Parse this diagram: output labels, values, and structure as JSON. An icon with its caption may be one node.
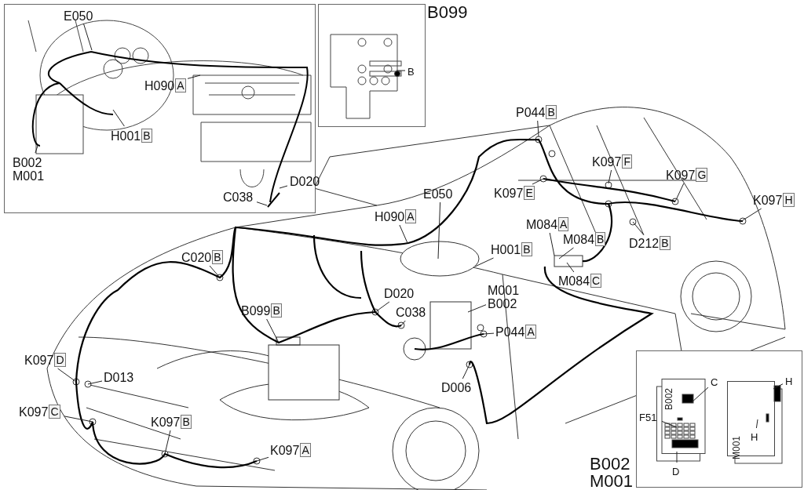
{
  "diagram": {
    "nodes": [
      {
        "text": [],
        "shape": "box"
      },
      {
        "text": [
          "E050"
        ],
        "in": 0
      },
      {
        "text": [
          "H090",
          "A"
        ],
        "in": 0
      },
      {
        "text": [
          "H001",
          "B"
        ],
        "in": 0
      },
      {
        "text": [
          "B002 M001"
        ],
        "in": 0
      },
      {
        "text": [
          "C038"
        ],
        "in": 0
      },
      {
        "text": [
          "D020"
        ],
        "in": 0
      },
      {
        "text": [
          "B099"
        ]
      },
      {
        "text": [
          "B"
        ],
        "in": 7
      },
      {
        "text": [
          "P044",
          "B"
        ]
      },
      {
        "text": [
          "K097",
          "F"
        ]
      },
      {
        "text": [
          "K097",
          "E"
        ]
      },
      {
        "text": [
          "K097",
          "G"
        ]
      },
      {
        "text": [
          "K097",
          "H"
        ]
      },
      {
        "text": [
          "E050"
        ]
      },
      {
        "text": [
          "H090",
          "A"
        ]
      },
      {
        "text": [
          "M084",
          "A"
        ]
      },
      {
        "text": [
          "M084",
          "B"
        ]
      },
      {
        "text": [
          "D212",
          "B"
        ]
      },
      {
        "text": [
          "H001",
          "B"
        ]
      },
      {
        "text": [
          "C020",
          "B"
        ]
      },
      {
        "text": [
          "M001 B002"
        ]
      },
      {
        "text": [
          "M084",
          "C"
        ]
      },
      {
        "text": [
          "D020"
        ]
      },
      {
        "text": [
          "C038"
        ]
      },
      {
        "text": [
          "B099",
          "B"
        ]
      },
      {
        "text": [
          "P044",
          "A"
        ]
      },
      {
        "text": [
          "K097",
          "D"
        ]
      },
      {
        "text": [
          "D013"
        ]
      },
      {
        "text": [
          "D006"
        ]
      },
      {
        "text": [
          "K097",
          "C"
        ]
      },
      {
        "text": [
          "K097",
          "B"
        ]
      },
      {
        "text": [
          "K097",
          "A"
        ]
      },
      {
        "text": [
          "B002 M001"
        ]
      },
      {
        "text": [
          "B002"
        ],
        "in": 33
      },
      {
        "text": [
          "M001"
        ],
        "in": 33
      },
      {
        "text": [
          "C"
        ],
        "in": 33
      },
      {
        "text": [
          "F51"
        ],
        "in": 33
      },
      {
        "text": [
          "H"
        ],
        "in": 33
      },
      {
        "text": [
          "H"
        ],
        "in": 35
      },
      {
        "text": [
          "D"
        ],
        "in": 33
      }
    ],
    "edges": [
      {
        "from": 1,
        "to": null,
        "arrow": "none"
      },
      {
        "from": 2,
        "to": null,
        "arrow": "none"
      },
      {
        "from": 3,
        "to": null,
        "arrow": "none"
      },
      {
        "from": 4,
        "to": null,
        "arrow": "none"
      },
      {
        "from": 5,
        "to": null,
        "arrow": "none"
      },
      {
        "from": 6,
        "to": null,
        "arrow": "none"
      },
      {
        "from": 8,
        "to": null,
        "arrow": "none"
      },
      {
        "from": 9,
        "to": null,
        "arrow": "none"
      },
      {
        "from": 10,
        "to": null,
        "arrow": "none"
      },
      {
        "from": 11,
        "to": null,
        "arrow": "none"
      },
      {
        "from": 12,
        "to": null,
        "arrow": "none"
      },
      {
        "from": 13,
        "to": null,
        "arrow": "none"
      },
      {
        "from": 14,
        "to": null,
        "arrow": "none"
      },
      {
        "from": 15,
        "to": null,
        "arrow": "none"
      },
      {
        "from": 16,
        "to": null,
        "arrow": "none"
      },
      {
        "from": 17,
        "to": null,
        "arrow": "none"
      },
      {
        "from": 18,
        "to": null,
        "arrow": "none"
      },
      {
        "from": 19,
        "to": null,
        "arrow": "none"
      },
      {
        "from": 20,
        "to": null,
        "arrow": "none"
      },
      {
        "from": 21,
        "to": null,
        "arrow": "none"
      },
      {
        "from": 22,
        "to": null,
        "arrow": "none"
      },
      {
        "from": 23,
        "to": null,
        "arrow": "none"
      },
      {
        "from": 24,
        "to": null,
        "arrow": "none"
      },
      {
        "from": 25,
        "to": null,
        "arrow": "none"
      },
      {
        "from": 26,
        "to": null,
        "arrow": "none"
      },
      {
        "from": 27,
        "to": null,
        "arrow": "none"
      },
      {
        "from": 28,
        "to": null,
        "arrow": "none"
      },
      {
        "from": 29,
        "to": null,
        "arrow": "none"
      },
      {
        "from": 30,
        "to": null,
        "arrow": "none"
      },
      {
        "from": 31,
        "to": null,
        "arrow": "none"
      },
      {
        "from": 32,
        "to": null,
        "arrow": "none"
      },
      {
        "from": 36,
        "to": 34,
        "arrow": "none"
      },
      {
        "from": 37,
        "to": 34,
        "arrow": "none"
      },
      {
        "from": 38,
        "to": 35,
        "arrow": "none"
      },
      {
        "from": 39,
        "to": 35,
        "arrow": "none"
      },
      {
        "from": 40,
        "to": 34,
        "arrow": "none"
      }
    ]
  }
}
